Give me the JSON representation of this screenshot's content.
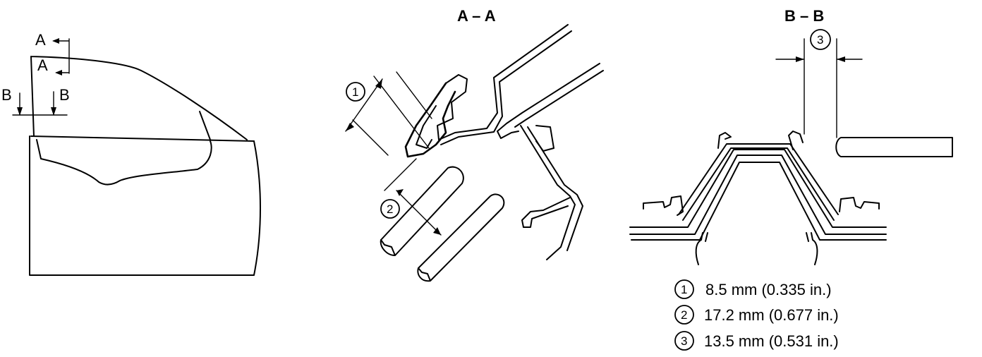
{
  "door_view": {
    "section_a_top": "A",
    "section_a_bottom": "A",
    "section_b_left": "B",
    "section_b_right": "B"
  },
  "section_aa": {
    "title": "A – A",
    "marker_1": "1",
    "marker_2": "2"
  },
  "section_bb": {
    "title": "B – B",
    "marker_3": "3"
  },
  "legend": [
    {
      "marker": "1",
      "text": "8.5 mm (0.335 in.)"
    },
    {
      "marker": "2",
      "text": "17.2 mm (0.677 in.)"
    },
    {
      "marker": "3",
      "text": "13.5 mm (0.531 in.)"
    }
  ]
}
